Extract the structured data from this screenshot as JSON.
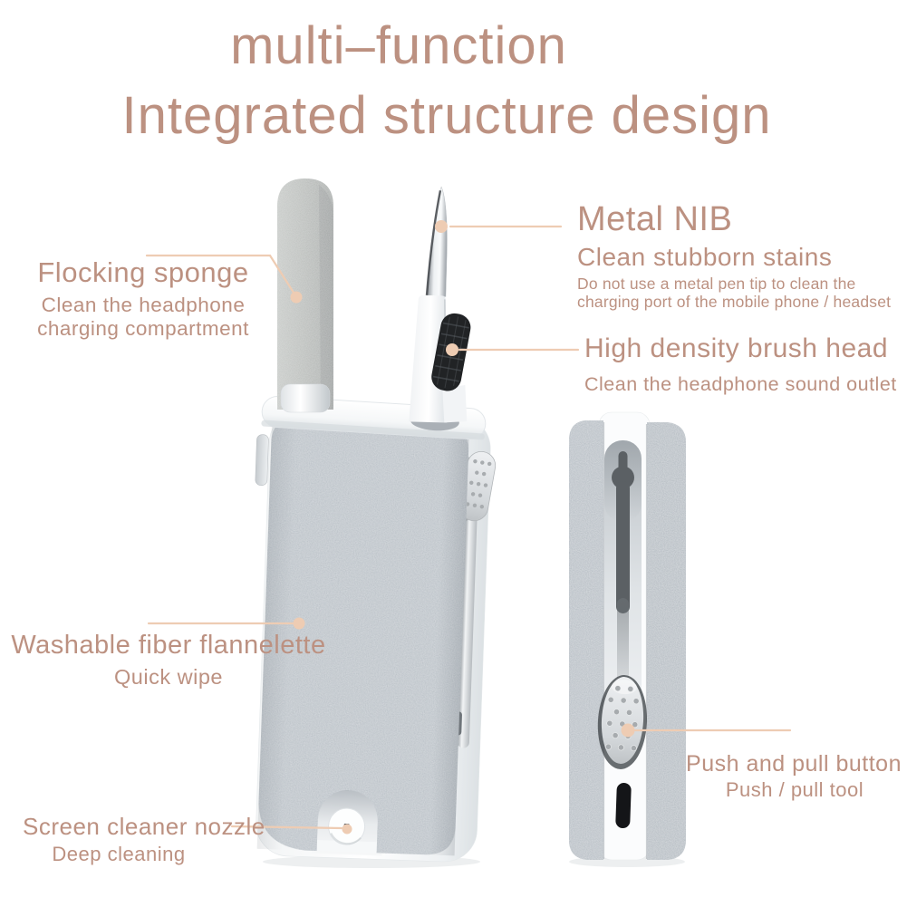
{
  "title": {
    "line1": "multi–function",
    "line2": "Integrated structure design"
  },
  "callouts": {
    "flocking_sponge": {
      "heading": "Flocking sponge",
      "description_lines": [
        "Clean the headphone",
        "charging compartment"
      ]
    },
    "metal_nib": {
      "heading": "Metal NIB",
      "subheading": "Clean stubborn stains",
      "note_lines": [
        "Do not use a metal pen tip to clean the",
        "charging port of the mobile phone / headset"
      ]
    },
    "brush_head": {
      "heading": "High density brush head",
      "description": "Clean the headphone sound outlet"
    },
    "flannelette": {
      "heading": "Washable fiber flannelette",
      "description": "Quick wipe"
    },
    "push_pull_button": {
      "heading": "Push and pull button",
      "description": "Push / pull tool"
    },
    "screen_nozzle": {
      "heading": "Screen cleaner nozzle",
      "description": "Deep cleaning"
    }
  },
  "colors": {
    "accent_text": "#bc9181",
    "callout_line": "#eeccb3",
    "fabric_gray": "#b2b9c0",
    "sponge_gray": "#b9bcb9",
    "brush_black": "#212325",
    "body_white": "#ffffff",
    "background": "#ffffff"
  }
}
